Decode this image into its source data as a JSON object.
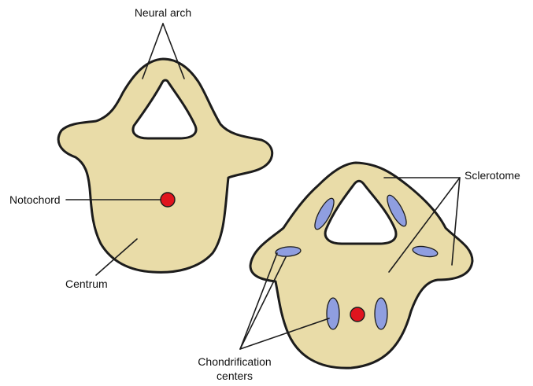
{
  "labels": {
    "neural_arch": "Neural arch",
    "notochord": "Notochord",
    "centrum": "Centrum",
    "sclerotome": "Sclerotome",
    "chondrification_line1": "Chondrification",
    "chondrification_line2": "centers"
  },
  "colors": {
    "bone_fill": "#e9dca8",
    "outline": "#1c1c1c",
    "notochord": "#e0141e",
    "chondrification_center": "#8f9ee0",
    "background": "#ffffff"
  }
}
